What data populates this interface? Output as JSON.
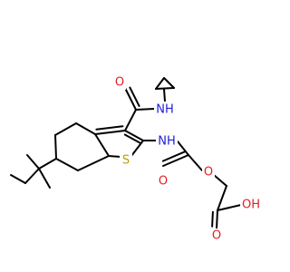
{
  "molecule": {
    "colors": {
      "bond": "#000000",
      "N": "#1f1fd8",
      "O": "#e02020",
      "S": "#b8a000"
    },
    "atoms": [
      {
        "id": "n_amide_top",
        "label": "NH",
        "element": "N"
      },
      {
        "id": "n_amide_mid",
        "label": "NH",
        "element": "N"
      },
      {
        "id": "o_carbonyl_top",
        "label": "O",
        "element": "O"
      },
      {
        "id": "o_carbonyl_mid",
        "label": "O",
        "element": "O"
      },
      {
        "id": "o_ether",
        "label": "O",
        "element": "O"
      },
      {
        "id": "o_acid_carbonyl",
        "label": "O",
        "element": "O"
      },
      {
        "id": "o_acid_oh",
        "label": "OH",
        "element": "O"
      },
      {
        "id": "s_ring",
        "label": "S",
        "element": "S"
      }
    ]
  }
}
